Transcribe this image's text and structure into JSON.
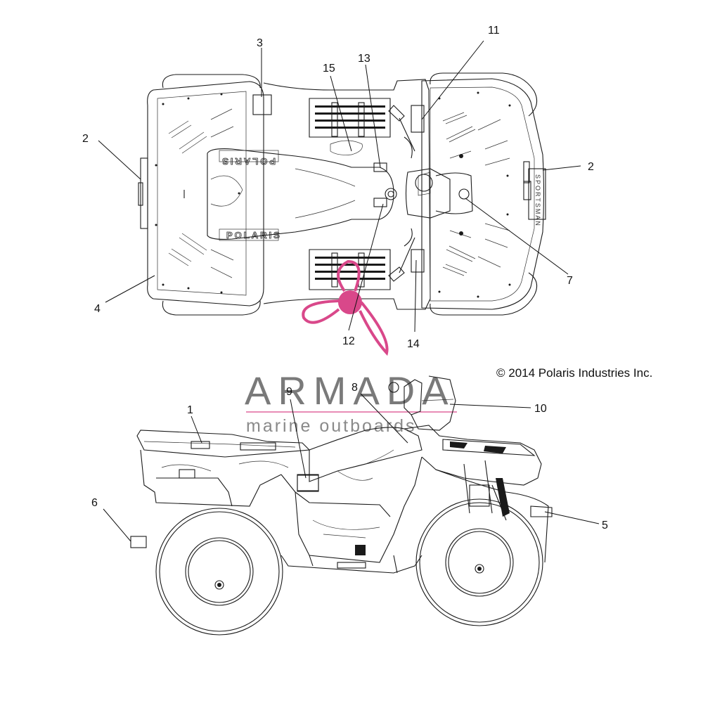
{
  "copyright": "© 2014 Polaris Industries Inc.",
  "watermark": {
    "brand": "ARMADA",
    "tagline": "marine outboards",
    "accent_color": "#d9488a"
  },
  "decal_text": "POLARIS",
  "callouts": [
    "1",
    "2",
    "3",
    "4",
    "5",
    "6",
    "7",
    "8",
    "9",
    "10",
    "11",
    "12",
    "13",
    "14",
    "15"
  ]
}
